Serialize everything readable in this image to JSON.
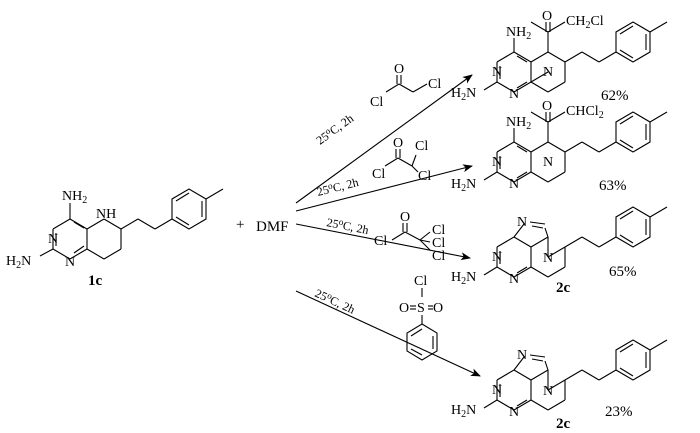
{
  "starting_material": {
    "label": "1c",
    "nh2_top": "NH2",
    "nh": "NH",
    "nh2_left": "NH2",
    "ring_n": "N"
  },
  "plus": "+",
  "solvent": "DMF",
  "atom": {
    "N": "N",
    "O": "O",
    "S": "S",
    "Cl": "Cl",
    "H": "H",
    "NH2": "NH2",
    "H2N": "H2N"
  },
  "reactions": [
    {
      "conditions": "25oC, 2h",
      "reagent_labels": [
        "Cl",
        "Cl",
        "O"
      ],
      "product_label": "",
      "product_text": "CH2Cl",
      "yield": "62%"
    },
    {
      "conditions": "25oC, 2h",
      "reagent_labels": [
        "Cl",
        "Cl",
        "Cl",
        "O"
      ],
      "product_label": "",
      "product_text": "CHCl2",
      "yield": "63%"
    },
    {
      "conditions": "25oC, 2h",
      "reagent_labels": [
        "Cl",
        "Cl",
        "Cl",
        "Cl",
        "O"
      ],
      "product_label": "2c",
      "product_text": "",
      "yield": "65%"
    },
    {
      "conditions": "25oC, 2h",
      "reagent_labels": [
        "Cl",
        "S",
        "O",
        "O"
      ],
      "product_label": "2c",
      "product_text": "",
      "yield": "23%"
    }
  ]
}
